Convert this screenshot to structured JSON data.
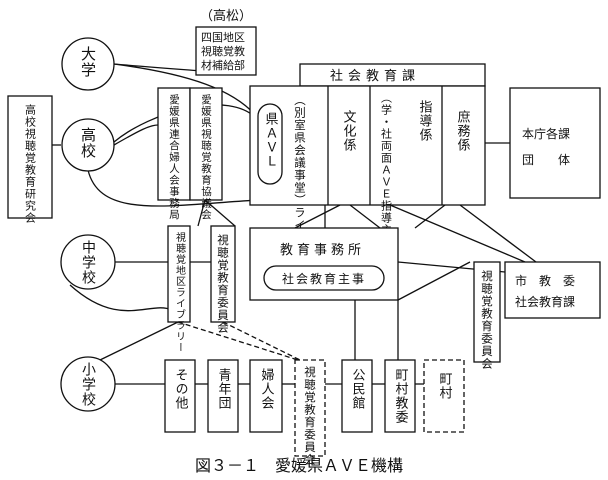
{
  "figure": {
    "caption": "図３－１　愛媛県ＡＶＥ機構"
  },
  "schools": {
    "university": "大学",
    "high": "高校",
    "junior": "中学校",
    "elementary": "小学校"
  },
  "organizations": {
    "hs_research": "高校視聴覚教育研究会",
    "takamatsu": "（高松）",
    "shikoku_center": [
      "四国地区",
      "視聴覚教",
      "材補給部"
    ],
    "women_assoc": "愛媛県連合婦人会事務局",
    "av_assoc": "愛媛県視聴覚教育協議会",
    "social_edu_division": "社会教育課",
    "pref_ave": "県ＡＶＬ",
    "library": "（別室県会議事堂）ライブラリー係",
    "culture": "文化係",
    "guidance": "指導係",
    "av_guidance": "（学・社両面ＡＶＥ指導主事）",
    "general_affairs": "庶務係",
    "main_office": [
      "本庁各課",
      "団　　体"
    ],
    "edu_office": "教育事務所",
    "social_edu_officer": "社会教育主事",
    "av_district_library": "視聴覚地区ライブラリー",
    "av_committee_upper": "視聴覚教育委員会",
    "av_committee_right": "視聴覚教育委員会",
    "city_board": [
      "市　教　委",
      "社会教育課"
    ],
    "others": "その他",
    "youth": "青年団",
    "women": "婦人会",
    "av_committee_lower": "視聴覚教育委員会",
    "community_hall": "公民館",
    "town_board": "町村教委",
    "town": "町村"
  }
}
